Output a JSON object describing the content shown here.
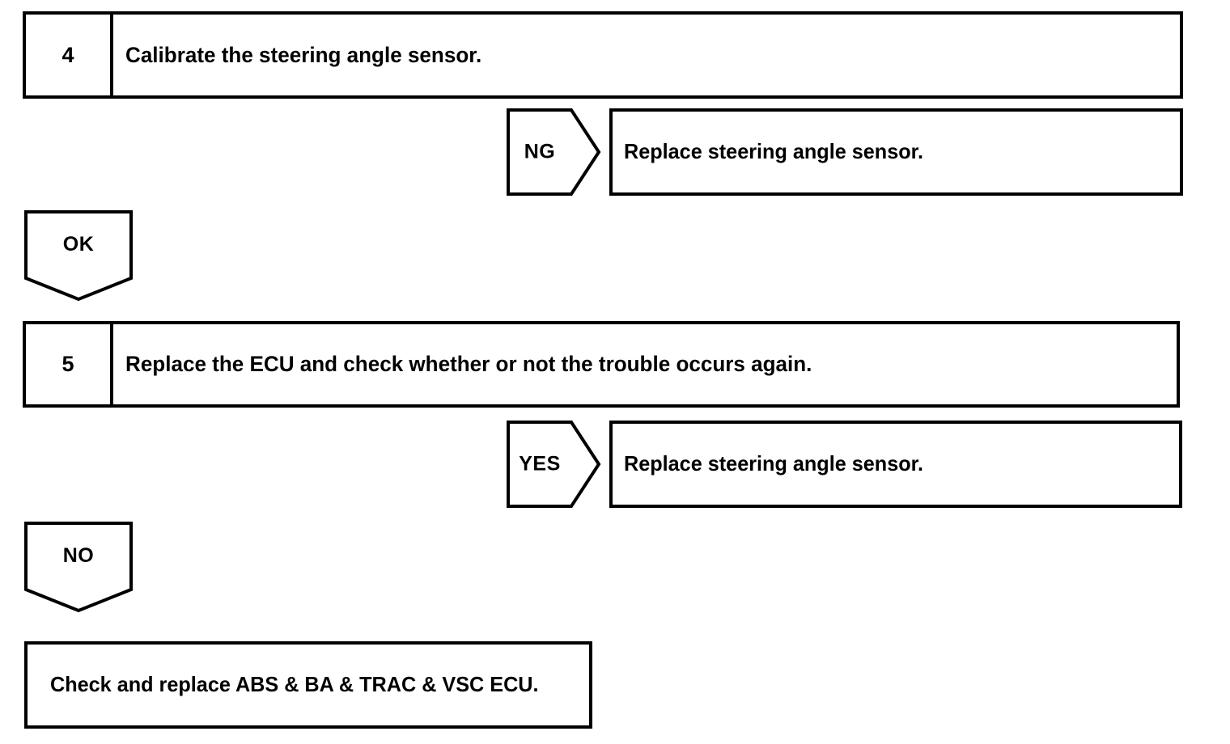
{
  "document": {
    "type": "troubleshooting-flowchart",
    "stroke_color": "#000000",
    "background_color": "#ffffff"
  },
  "steps": [
    {
      "number": "4",
      "text": "Calibrate the steering angle sensor."
    },
    {
      "number": "5",
      "text": "Replace the ECU and check whether or not the trouble occurs again."
    }
  ],
  "connectors": {
    "ng": {
      "label": "NG",
      "shape": "chevron-right"
    },
    "ok": {
      "label": "OK",
      "shape": "pentagon-down"
    },
    "yes": {
      "label": "YES",
      "shape": "chevron-right"
    },
    "no": {
      "label": "NO",
      "shape": "pentagon-down"
    }
  },
  "results": {
    "ng_result": "Replace steering angle sensor.",
    "yes_result": "Replace steering angle sensor.",
    "final_result": "Check and replace ABS & BA & TRAC & VSC ECU."
  }
}
